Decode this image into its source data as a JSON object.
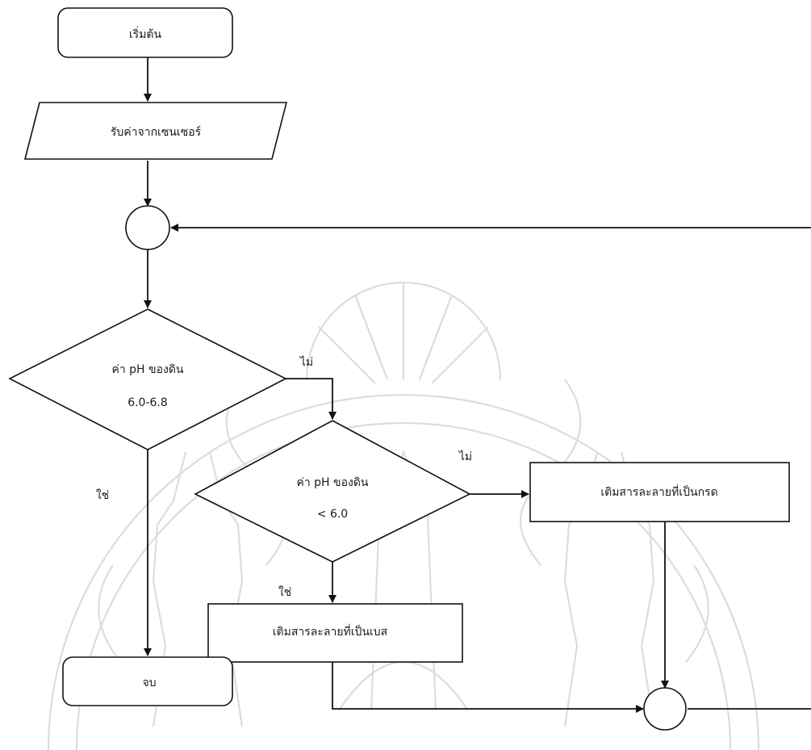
{
  "flowchart": {
    "start": "เริ่มต้น",
    "read_sensor": "รับค่าจากเซนเซอร์",
    "decision_range": {
      "line1": "ค่า pH ของดิน",
      "line2": "6.0-6.8"
    },
    "decision_low": {
      "line1": "ค่า pH ของดิน",
      "line2": "< 6.0"
    },
    "add_acid": "เติมสารละลายที่เป็นกรด",
    "add_base": "เติมสารละลายที่เป็นเบส",
    "end": "จบ",
    "labels": {
      "range_no": "ไม่",
      "range_yes": "ใช่",
      "low_no": "ไม่",
      "low_yes": "ใช่"
    }
  },
  "watermark": "university-seal-emblem"
}
